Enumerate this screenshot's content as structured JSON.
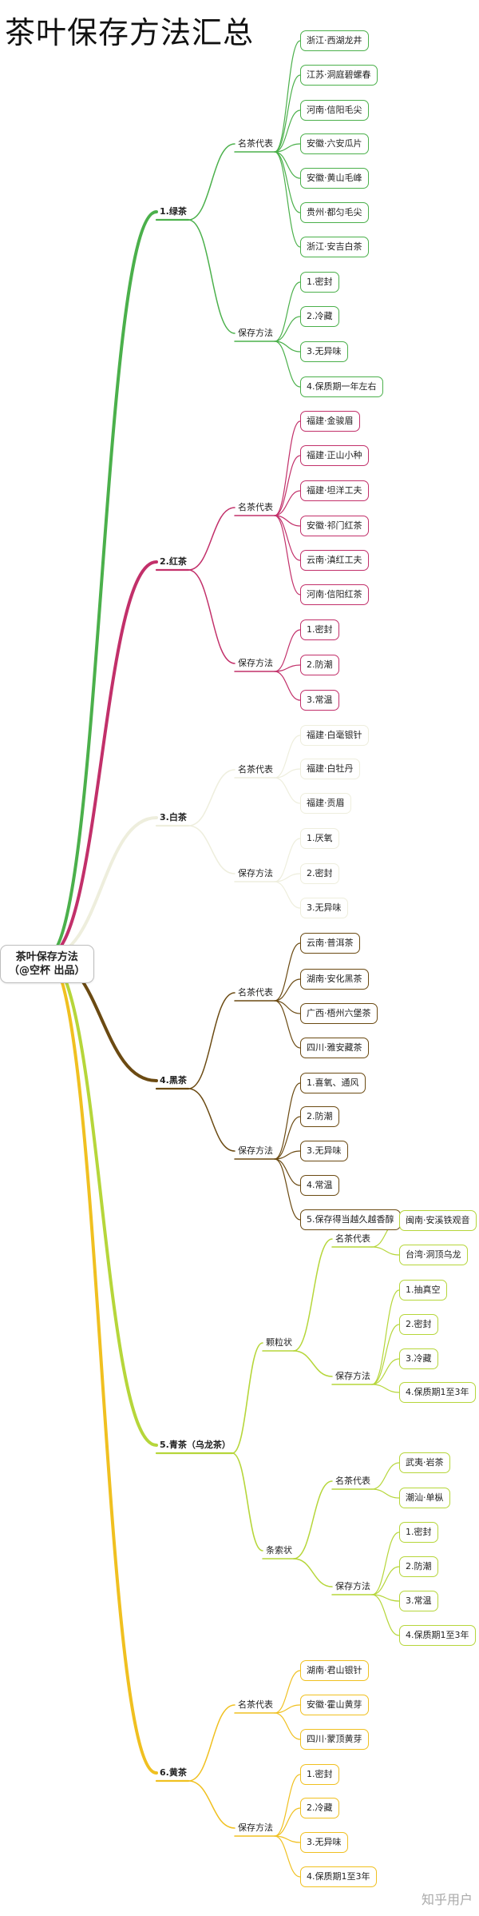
{
  "title": "茶叶保存方法汇总",
  "watermark": "知乎用户",
  "root": {
    "label": "茶叶保存方法\n（@空杯 出品）"
  },
  "colors": {
    "green": "#4bb04b",
    "red": "#c2306a",
    "white": "#eeeedd",
    "black": "#6b4a12",
    "oolong": "#b6d63a",
    "yellow": "#f0c020"
  },
  "branches": [
    {
      "key": "green",
      "label": "1.绿茶",
      "groups": [
        {
          "label": "名茶代表",
          "items": [
            "浙江·西湖龙井",
            "江苏·洞庭碧螺春",
            "河南·信阳毛尖",
            "安徽·六安瓜片",
            "安徽·黄山毛峰",
            "贵州·都匀毛尖",
            "浙江·安吉白茶"
          ]
        },
        {
          "label": "保存方法",
          "items": [
            "1.密封",
            "2.冷藏",
            "3.无异味",
            "4.保质期一年左右"
          ]
        }
      ]
    },
    {
      "key": "red",
      "label": "2.红茶",
      "groups": [
        {
          "label": "名茶代表",
          "items": [
            "福建·金骏眉",
            "福建·正山小种",
            "福建·坦洋工夫",
            "安徽·祁门红茶",
            "云南·滇红工夫",
            "河南·信阳红茶"
          ]
        },
        {
          "label": "保存方法",
          "items": [
            "1.密封",
            "2.防潮",
            "3.常温"
          ]
        }
      ]
    },
    {
      "key": "white",
      "label": "3.白茶",
      "groups": [
        {
          "label": "名茶代表",
          "items": [
            "福建·白毫银针",
            "福建·白牡丹",
            "福建·贡眉"
          ]
        },
        {
          "label": "保存方法",
          "items": [
            "1.厌氧",
            "2.密封",
            "3.无异味"
          ]
        }
      ]
    },
    {
      "key": "black",
      "label": "4.黑茶",
      "groups": [
        {
          "label": "名茶代表",
          "items": [
            "云南·普洱茶",
            "湖南·安化黑茶",
            "广西·梧州六堡茶",
            "四川·雅安藏茶"
          ]
        },
        {
          "label": "保存方法",
          "items": [
            "1.喜氧、通风",
            "2.防潮",
            "3.无异味",
            "4.常温",
            "5.保存得当越久越香醇"
          ]
        }
      ]
    },
    {
      "key": "oolong",
      "label": "5.青茶（乌龙茶）",
      "subs": [
        {
          "label": "颗粒状",
          "groups": [
            {
              "label": "名茶代表",
              "items": [
                "闽南·安溪铁观音",
                "台湾·洞顶乌龙"
              ]
            },
            {
              "label": "保存方法",
              "items": [
                "1.抽真空",
                "2.密封",
                "3.冷藏",
                "4.保质期1至3年"
              ]
            }
          ]
        },
        {
          "label": "条索状",
          "groups": [
            {
              "label": "名茶代表",
              "items": [
                "武夷·岩茶",
                "潮汕·单枞"
              ]
            },
            {
              "label": "保存方法",
              "items": [
                "1.密封",
                "2.防潮",
                "3.常温",
                "4.保质期1至3年"
              ]
            }
          ]
        }
      ]
    },
    {
      "key": "yellow",
      "label": "6.黄茶",
      "groups": [
        {
          "label": "名茶代表",
          "items": [
            "湖南·君山银针",
            "安徽·霍山黄芽",
            "四川·蒙顶黄芽"
          ]
        },
        {
          "label": "保存方法",
          "items": [
            "1.密封",
            "2.冷藏",
            "3.无异味",
            "4.保质期1至3年"
          ]
        }
      ]
    }
  ]
}
